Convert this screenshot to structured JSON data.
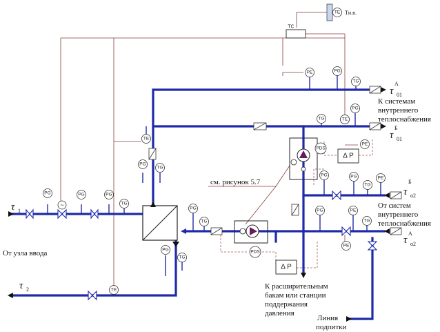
{
  "labels": {
    "tau_1": "τ",
    "tau_1_sub": "1",
    "tau_2": "τ",
    "tau_2_sub": "2",
    "tau_01A": "τ",
    "tau_01A_sub": "01",
    "tau_01A_sup": "А",
    "tau_01B": "τ",
    "tau_01B_sub": "01",
    "tau_01B_sup": "Б",
    "tau_02B": "τ",
    "tau_02B_sub": "о2",
    "tau_02B_sup": "Б",
    "tau_02A": "τ",
    "tau_02A_sub": "о2",
    "tau_02A_sup": "А",
    "tnv": "Тн.в.",
    "tc": "TC",
    "see_figure": "см. рисунок 5.7",
    "from_input": "От узла ввода",
    "to_systems": [
      "К системам",
      "внутреннего",
      "теплоснабжения"
    ],
    "from_systems": [
      "От систем",
      "внутреннего",
      "теплоснабжения"
    ],
    "to_tanks": [
      "К расширительным",
      "бакам или станции",
      "поддержания",
      "давления"
    ],
    "makeup_line": [
      "Линия",
      "подпитки"
    ],
    "dp": "Δ P",
    "pds": "PDS"
  },
  "instruments": [
    {
      "id": "pg-in-1",
      "text": "PG"
    },
    {
      "id": "pg-in-2",
      "text": "PG"
    },
    {
      "id": "pg-in-3",
      "text": "PG"
    },
    {
      "id": "tg-in",
      "text": "TG"
    },
    {
      "id": "te-left",
      "text": "TE"
    },
    {
      "id": "pg-left-mid",
      "text": "PG"
    },
    {
      "id": "tg-left-mid",
      "text": "TG"
    },
    {
      "id": "pg-hx-in",
      "text": "PG"
    },
    {
      "id": "tg-hx-in",
      "text": "TG"
    },
    {
      "id": "pg-hx-out",
      "text": "PG"
    },
    {
      "id": "tg-hx-out",
      "text": "TG"
    },
    {
      "id": "te-return",
      "text": "TE"
    },
    {
      "id": "pe-top",
      "text": "PE"
    },
    {
      "id": "pg-top",
      "text": "PG"
    },
    {
      "id": "tg-top",
      "text": "TG"
    },
    {
      "id": "te-top",
      "text": "TE"
    },
    {
      "id": "tg-mid",
      "text": "TG"
    },
    {
      "id": "pg-mid",
      "text": "PG"
    },
    {
      "id": "te-mid",
      "text": "TE"
    },
    {
      "id": "pe-mid",
      "text": "PE"
    },
    {
      "id": "pe-r1",
      "text": "PE"
    },
    {
      "id": "pg-r1",
      "text": "PG"
    },
    {
      "id": "tg-r1",
      "text": "TG"
    },
    {
      "id": "pg-r2",
      "text": "PG"
    },
    {
      "id": "pg-r3",
      "text": "PG"
    },
    {
      "id": "tg-r3",
      "text": "TG"
    },
    {
      "id": "pe-r3",
      "text": "PE"
    },
    {
      "id": "pe-r4",
      "text": "PE"
    },
    {
      "id": "te-outdoor",
      "text": "TE"
    }
  ]
}
